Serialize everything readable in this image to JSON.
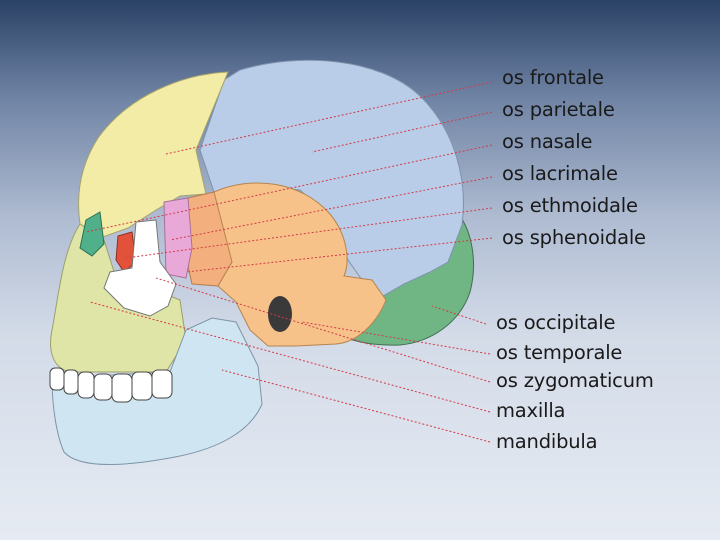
{
  "labels": {
    "frontale": "os frontale",
    "parietale": "os parietale",
    "nasale": "os nasale",
    "lacrimale": "os lacrimale",
    "ethmoidale": "os ethmoidale",
    "sphenoidale": "os sphenoidale",
    "occipitale": "os occipitale",
    "temporale": "os temporale",
    "zygomaticum": "os zygomaticum",
    "maxilla": "maxilla",
    "mandibula": "mandibula"
  },
  "colors": {
    "frontale": "#f2eca6",
    "parietale": "#b9cde8",
    "nasale": "#4fb08a",
    "lacrimale": "#e9a9d8",
    "ethmoidale": "#e2523a",
    "sphenoidale": "#f3b07e",
    "temporale": "#f6c28a",
    "occipitale": "#6fb684",
    "zygomaticum": "#ffffff",
    "maxilla": "#dfe5a6",
    "mandibula": "#cfe5f2",
    "leader_line": "#d23a46"
  }
}
